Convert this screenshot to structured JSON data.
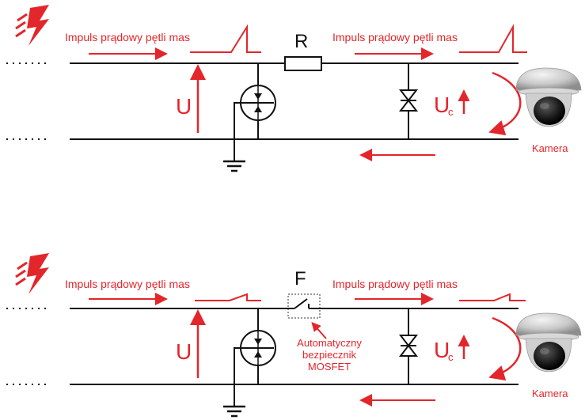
{
  "panels": [
    {
      "pulse_label_left": "Impuls prądowy pętli mas",
      "pulse_label_right": "Impuls prądowy pętli mas",
      "component_letter": "R",
      "voltage_label": "U",
      "uc_main": "U",
      "uc_sub": "c",
      "camera_label": "Kamera"
    },
    {
      "pulse_label_left": "Impuls prądowy pętli mas",
      "pulse_label_right": "Impuls prądowy pętli mas",
      "component_letter": "F",
      "voltage_label": "U",
      "uc_main": "U",
      "uc_sub": "c",
      "camera_label": "Kamera",
      "fuse_note_line1": "Automatyczny",
      "fuse_note_line2": "bezpiecznik",
      "fuse_note_line3": "MOSFET"
    }
  ],
  "colors": {
    "accent": "#e3262b",
    "line": "#111111"
  },
  "icons": [
    "lightning-icon",
    "ground-icon",
    "camera-icon",
    "surge-arrester-icon",
    "tvs-diode-icon",
    "resistor-icon",
    "switch-icon"
  ]
}
